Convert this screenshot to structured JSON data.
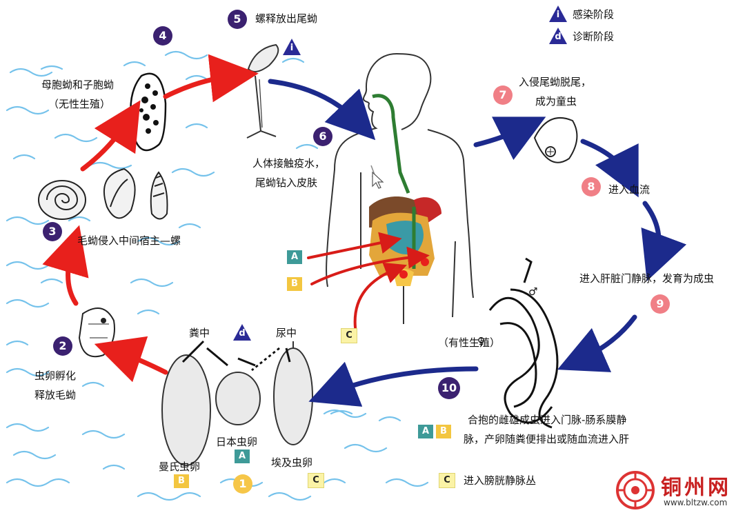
{
  "legend": {
    "infect_symbol": "i",
    "infect_label": "感染阶段",
    "diag_symbol": "d",
    "diag_label": "诊断阶段"
  },
  "steps": {
    "s1": "1",
    "s2": "2",
    "s3": "3",
    "s4": "4",
    "s5": "5",
    "s6": "6",
    "s7": "7",
    "s8": "8",
    "s9": "9",
    "s10": "10"
  },
  "labels": {
    "sporocyst_1": "母胞蚴和子胞蚴",
    "sporocyst_2": "（无性生殖）",
    "cercariae_release": "螺释放出尾蚴",
    "contact_1": "人体接触疫水，",
    "contact_2": "尾蚴钻入皮肤",
    "invade_1": "入侵尾蚴脱尾，",
    "invade_2": "成为童虫",
    "blood": "进入血流",
    "liver": "进入肝脏门静脉，发育为成虫",
    "sexual": "（有性生殖）",
    "pair_1": "合抱的雌雄成虫进入门脉-肠系膜静",
    "pair_2": "脉，产卵随粪便排出或随血流进入肝",
    "bladder": "进入膀胱静脉丛",
    "feces": "粪中",
    "urine": "尿中",
    "hatch_1": "虫卵孵化",
    "hatch_2": "释放毛蚴",
    "snail": "毛蚴侵入中间宿主—螺",
    "mansoni": "曼氏虫卵",
    "japonicum": "日本虫卵",
    "haematobium": "埃及虫卵",
    "male": "♂",
    "female": "♀"
  },
  "tags": {
    "a": "A",
    "b": "B",
    "c": "C"
  },
  "watermark": {
    "name": "铜州网",
    "url": "www.bltzw.com"
  },
  "colors": {
    "red_arrow": "#e8201c",
    "blue_arrow": "#1c2a8c",
    "dark_step": "#3b2170",
    "pink_step": "#f07f86",
    "water": "#4fb4e6"
  }
}
